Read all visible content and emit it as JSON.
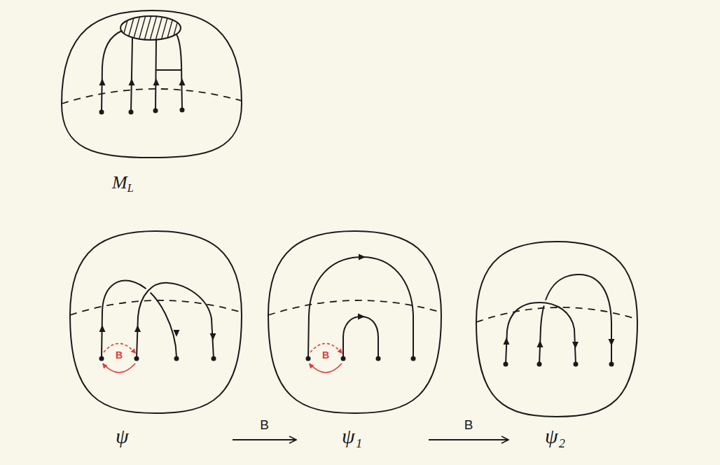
{
  "diagram": {
    "nodes": [
      {
        "text": [
          "ML"
        ]
      },
      {
        "text": [
          "ψ"
        ]
      },
      {
        "text": [
          "ψ₁"
        ]
      },
      {
        "text": [
          "ψ₂"
        ]
      }
    ],
    "edges": [
      {
        "from": 1,
        "to": 2,
        "arrow": "to",
        "label": "B"
      },
      {
        "from": 2,
        "to": 3,
        "arrow": "to",
        "label": "B"
      }
    ],
    "labels": [
      "B",
      "B"
    ]
  }
}
